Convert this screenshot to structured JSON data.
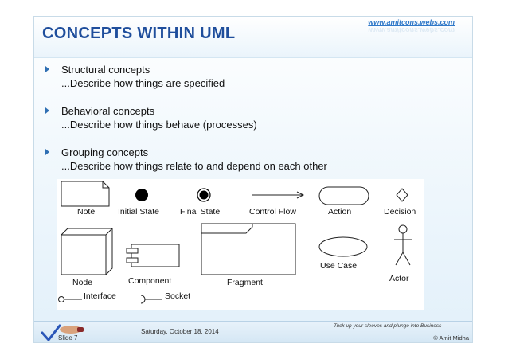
{
  "slide": {
    "title": "CONCEPTS WITHIN UML",
    "website": "www.amitcons.webs.com"
  },
  "bullets": [
    {
      "heading": "Structural concepts",
      "detail": "...Describe how things are specified"
    },
    {
      "heading": "Behavioral concepts",
      "detail": "...Describe how things behave (processes)"
    },
    {
      "heading": "Grouping concepts",
      "detail": "...Describe how things relate to and depend on each other"
    }
  ],
  "diagram": {
    "labels": {
      "note": "Note",
      "initial_state": "Initial State",
      "final_state": "Final State",
      "control_flow": "Control Flow",
      "action": "Action",
      "decision": "Decision",
      "node": "Node",
      "component": "Component",
      "fragment": "Fragment",
      "use_case": "Use Case",
      "actor": "Actor",
      "interface": "Interface",
      "socket": "Socket"
    }
  },
  "footer": {
    "slide_number": "Slide 7",
    "date": "Saturday, October 18, 2014",
    "tagline": "Tuck up your sleeves and plunge into Business",
    "author": "© Amit Midha"
  },
  "colors": {
    "title": "#1f4e9c",
    "bullet": "#2f6fb3",
    "url": "#2f78c8"
  }
}
